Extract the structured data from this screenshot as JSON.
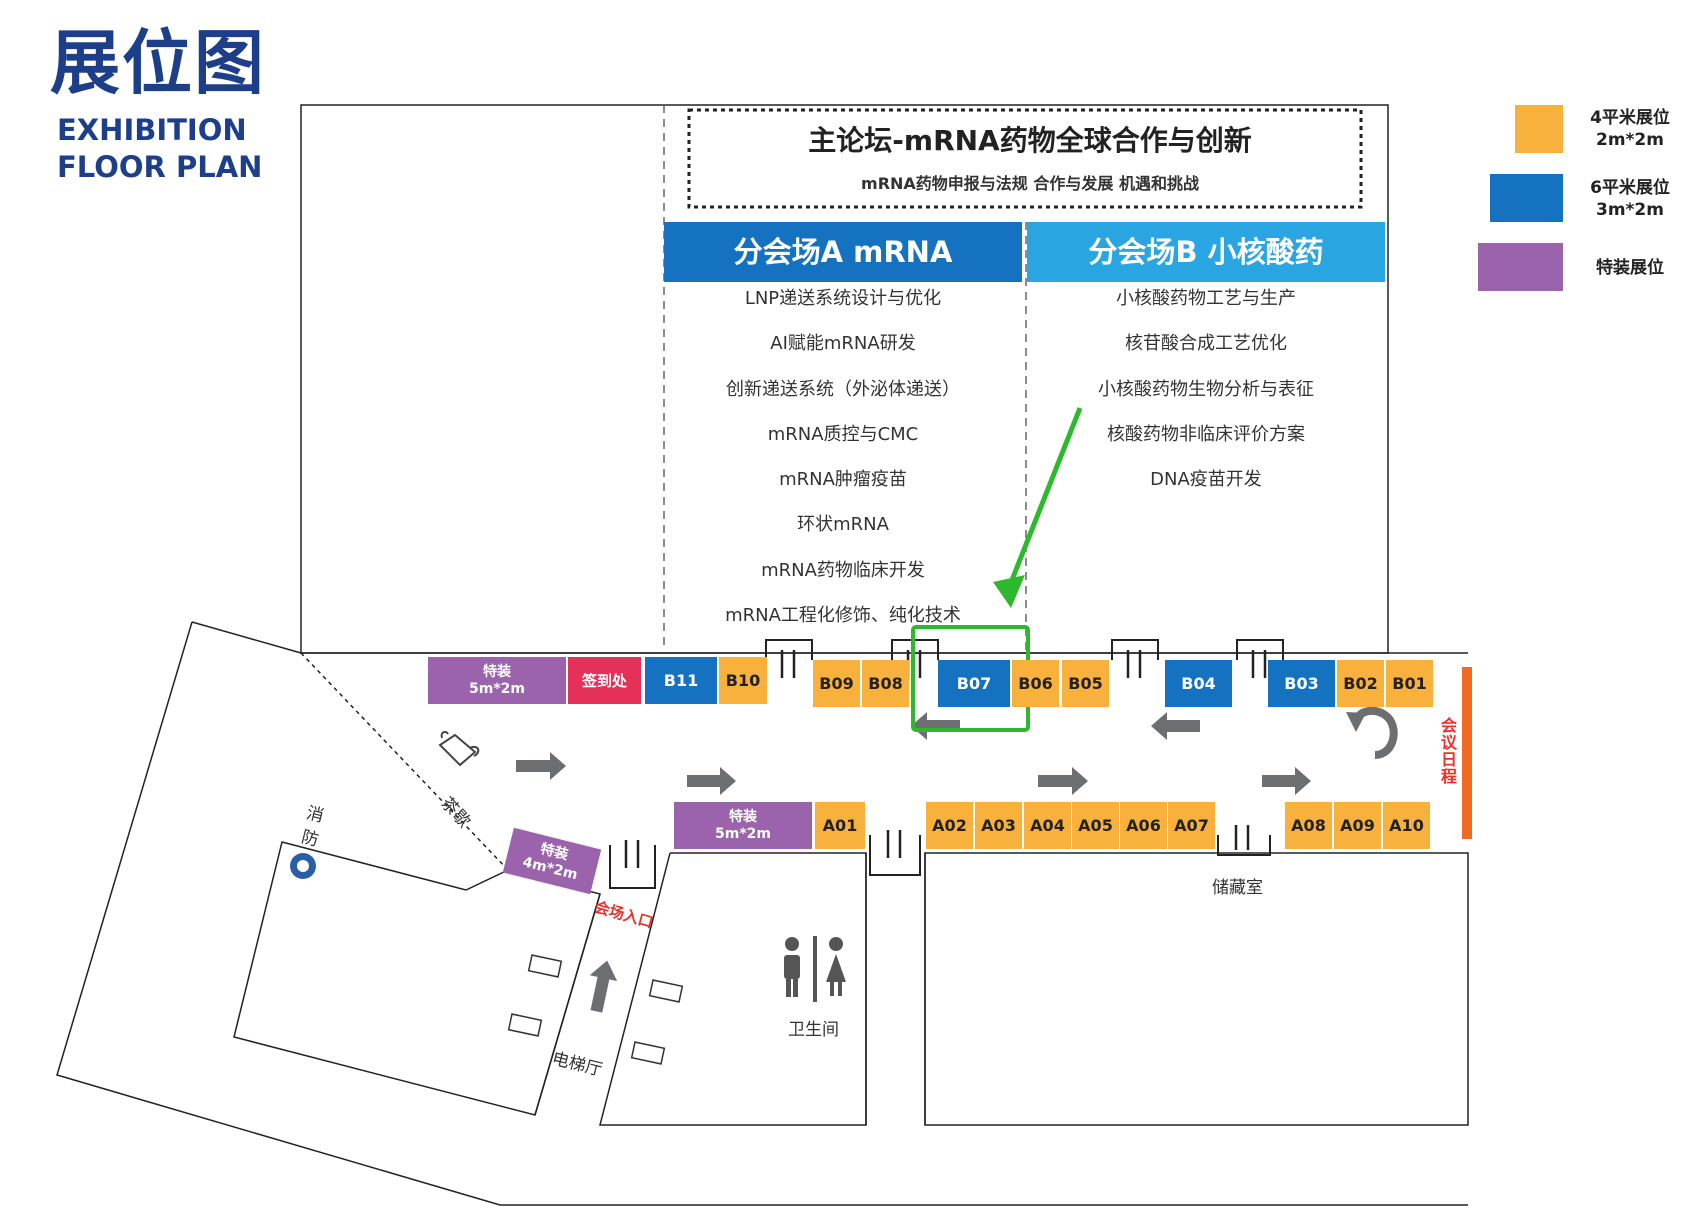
{
  "header": {
    "title_cn": "展位图",
    "title_en_line1": "EXHIBITION",
    "title_en_line2": "FLOOR PLAN"
  },
  "main_forum": {
    "title": "主论坛-mRNA药物全球合作与创新",
    "subtitle": "mRNA药物申报与法规  合作与发展   机遇和挑战"
  },
  "session_a": {
    "header": "分会场A mRNA",
    "color": "#1572c0",
    "topics": [
      "LNP递送系统设计与优化",
      "AI赋能mRNA研发",
      "创新递送系统（外泌体递送）",
      "mRNA质控与CMC",
      "mRNA肿瘤疫苗",
      "环状mRNA",
      "mRNA药物临床开发",
      "mRNA工程化修饰、纯化技术"
    ]
  },
  "session_b": {
    "header": "分会场B 小核酸药",
    "color": "#29a6e2",
    "topics": [
      "小核酸药物工艺与生产",
      "核苷酸合成工艺优化",
      "小核酸药物生物分析与表征",
      "核酸药物非临床评价方案",
      "DNA疫苗开发"
    ]
  },
  "legend": {
    "orange_line1": "4平米展位",
    "orange_line2": "2m*2m",
    "blue_line1": "6平米展位",
    "blue_line2": "3m*2m",
    "purple_label": "特装展位",
    "orange_color": "#f9b13e",
    "blue_color": "#1572c0",
    "purple_color": "#9b63ac"
  },
  "booths": {
    "top_special_name": "特装",
    "top_special_size": "5m*2m",
    "checkin": "签到处",
    "B11": "B11",
    "B10": "B10",
    "B09": "B09",
    "B08": "B08",
    "B07": "B07",
    "B06": "B06",
    "B05": "B05",
    "B04": "B04",
    "B03": "B03",
    "B02": "B02",
    "B01": "B01",
    "bottom_special_name": "特装",
    "bottom_special_size": "5m*2m",
    "A01": "A01",
    "A02": "A02",
    "A03": "A03",
    "A04": "A04",
    "A05": "A05",
    "A06": "A06",
    "A07": "A07",
    "A08": "A08",
    "A09": "A09",
    "A10": "A10",
    "entry_special_name": "特装",
    "entry_special_size": "4m*2m"
  },
  "labels": {
    "tea_break": "茶歇",
    "fire_line1": "消",
    "fire_line2": "防",
    "venue_entrance": "会场入口",
    "elevator_hall": "电梯厅",
    "restroom": "卫生间",
    "storage": "储藏室",
    "agenda": "会议日程"
  },
  "colors": {
    "highlight_green": "#2eb82e",
    "agenda_orange": "#f26a21",
    "checkin_red": "#e5305a",
    "arrow_gray": "#6d6e71"
  }
}
